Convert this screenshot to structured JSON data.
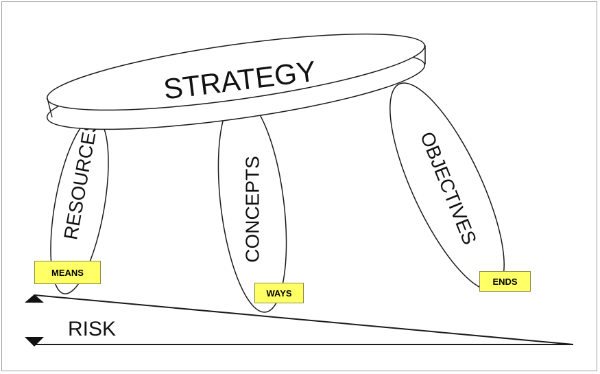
{
  "diagram": {
    "title": "STRATEGY",
    "legs": [
      {
        "label": "RESOURCES",
        "tag": "MEANS"
      },
      {
        "label": "CONCEPTS",
        "tag": "WAYS"
      },
      {
        "label": "OBJECTIVES",
        "tag": "ENDS"
      }
    ],
    "base_label": "RISK"
  },
  "colors": {
    "tag_fill": "#ffff66",
    "line": "#1a1a1a",
    "background": "#ffffff"
  }
}
